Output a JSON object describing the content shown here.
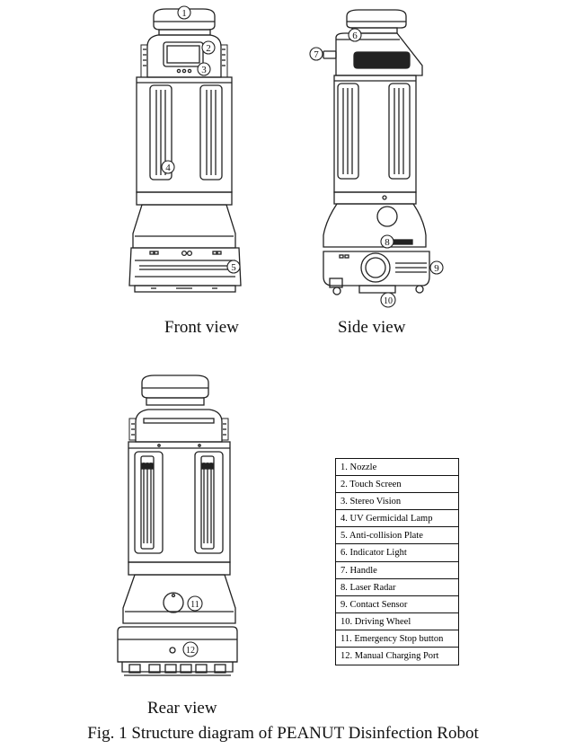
{
  "views": {
    "front": "Front view",
    "side": "Side view",
    "rear": "Rear view"
  },
  "caption": "Fig. 1 Structure diagram of PEANUT Disinfection Robot",
  "callouts": [
    "1",
    "2",
    "3",
    "4",
    "5",
    "6",
    "7",
    "8",
    "9",
    "10",
    "11",
    "12"
  ],
  "legend": [
    "1. Nozzle",
    "2. Touch Screen",
    "3. Stereo Vision",
    "4. UV Germicidal Lamp",
    "5. Anti-collision Plate",
    "6. Indicator Light",
    "7. Handle",
    "8. Laser Radar",
    "9. Contact Sensor",
    "10. Driving Wheel",
    "11. Emergency Stop button",
    "12. Manual Charging Port"
  ]
}
